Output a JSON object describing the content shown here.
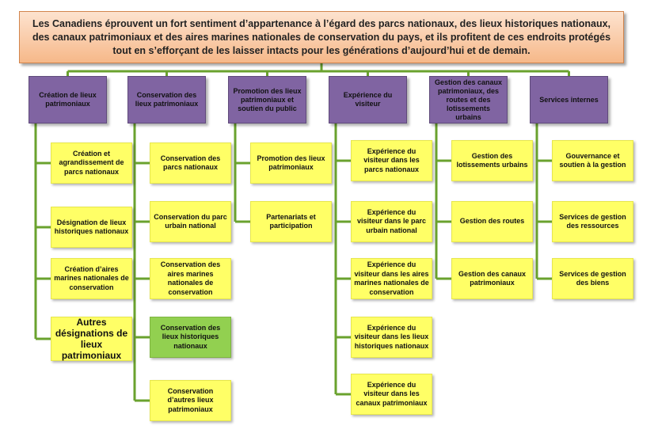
{
  "outcome": "Les Canadiens éprouvent un fort sentiment d’appartenance à l’égard des parcs nationaux, des lieux historiques nationaux, des canaux patrimoniaux et des aires marines nationales de conservation du pays, et ils profitent de ces endroits protégés tout en s’efforçant de les laisser intacts pour les générations d’aujourd’hui et de demain.",
  "colors": {
    "outcome": "#f9c79f",
    "program": "#8064a2",
    "sub": "#ffff66",
    "highlight": "#92d050",
    "connector": "#6aa22e"
  },
  "programs": [
    {
      "label": "Création de lieux patrimoniaux",
      "subs": [
        {
          "label": "Création et agrandissement de parcs nationaux"
        },
        {
          "label": "Désignation de lieux historiques nationaux"
        },
        {
          "label": "Création d’aires marines nationales de conservation"
        },
        {
          "label": "Autres désignations de lieux patrimoniaux",
          "emphasis": true
        }
      ]
    },
    {
      "label": "Conservation des lieux patrimoniaux",
      "subs": [
        {
          "label": "Conservation des parcs nationaux"
        },
        {
          "label": "Conservation du parc urbain national"
        },
        {
          "label": "Conservation des aires marines nationales de conservation"
        },
        {
          "label": "Conservation des lieux historiques nationaux",
          "highlight": true
        },
        {
          "label": "Conservation d’autres lieux patrimoniaux"
        }
      ]
    },
    {
      "label": "Promotion des lieux patrimoniaux et soutien du public",
      "subs": [
        {
          "label": "Promotion des lieux patrimoniaux"
        },
        {
          "label": "Partenariats et participation"
        }
      ]
    },
    {
      "label": "Expérience du visiteur",
      "subs": [
        {
          "label": "Expérience du visiteur dans les parcs nationaux"
        },
        {
          "label": "Expérience du visiteur dans le parc urbain national"
        },
        {
          "label": "Expérience du visiteur dans les aires marines nationales de conservation"
        },
        {
          "label": "Expérience du visiteur dans les lieux historiques nationaux"
        },
        {
          "label": "Expérience du visiteur dans les canaux patrimoniaux"
        }
      ]
    },
    {
      "label": "Gestion des canaux patrimoniaux, des routes et des lotissements urbains",
      "subs": [
        {
          "label": "Gestion des lotissements urbains"
        },
        {
          "label": "Gestion des routes"
        },
        {
          "label": "Gestion des canaux patrimoniaux"
        }
      ]
    },
    {
      "label": "Services internes",
      "subs": [
        {
          "label": "Gouvernance et soutien à la gestion"
        },
        {
          "label": "Services de gestion des ressources"
        },
        {
          "label": "Services de gestion des biens"
        }
      ]
    }
  ]
}
